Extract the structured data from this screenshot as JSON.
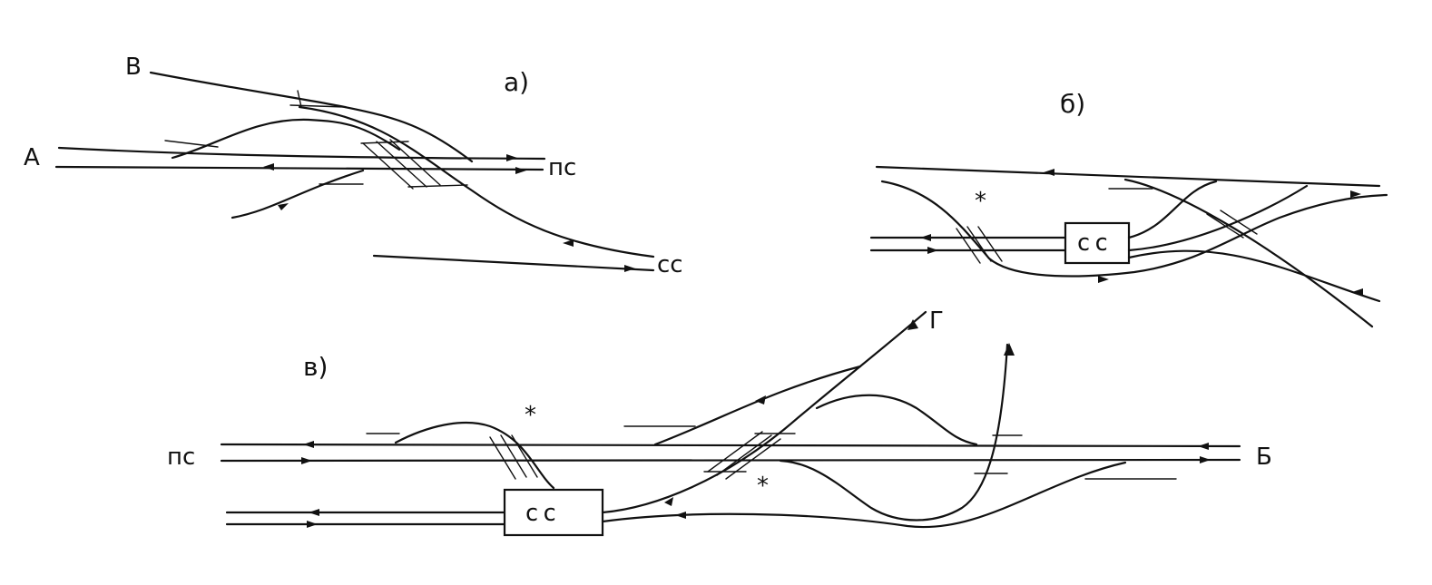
{
  "diagram": {
    "panels": {
      "a": {
        "label": "а)",
        "nodes": {
          "a": "А",
          "v": "В",
          "ps": "пс",
          "ss": "сс"
        }
      },
      "b": {
        "label": "б)",
        "ss_box": "сс",
        "note": "*"
      },
      "v": {
        "label": "в)",
        "ps": "пс",
        "b": "Б",
        "g": "Г",
        "ss_box": "сс",
        "note_top": "*",
        "note_bottom": "*"
      }
    }
  }
}
